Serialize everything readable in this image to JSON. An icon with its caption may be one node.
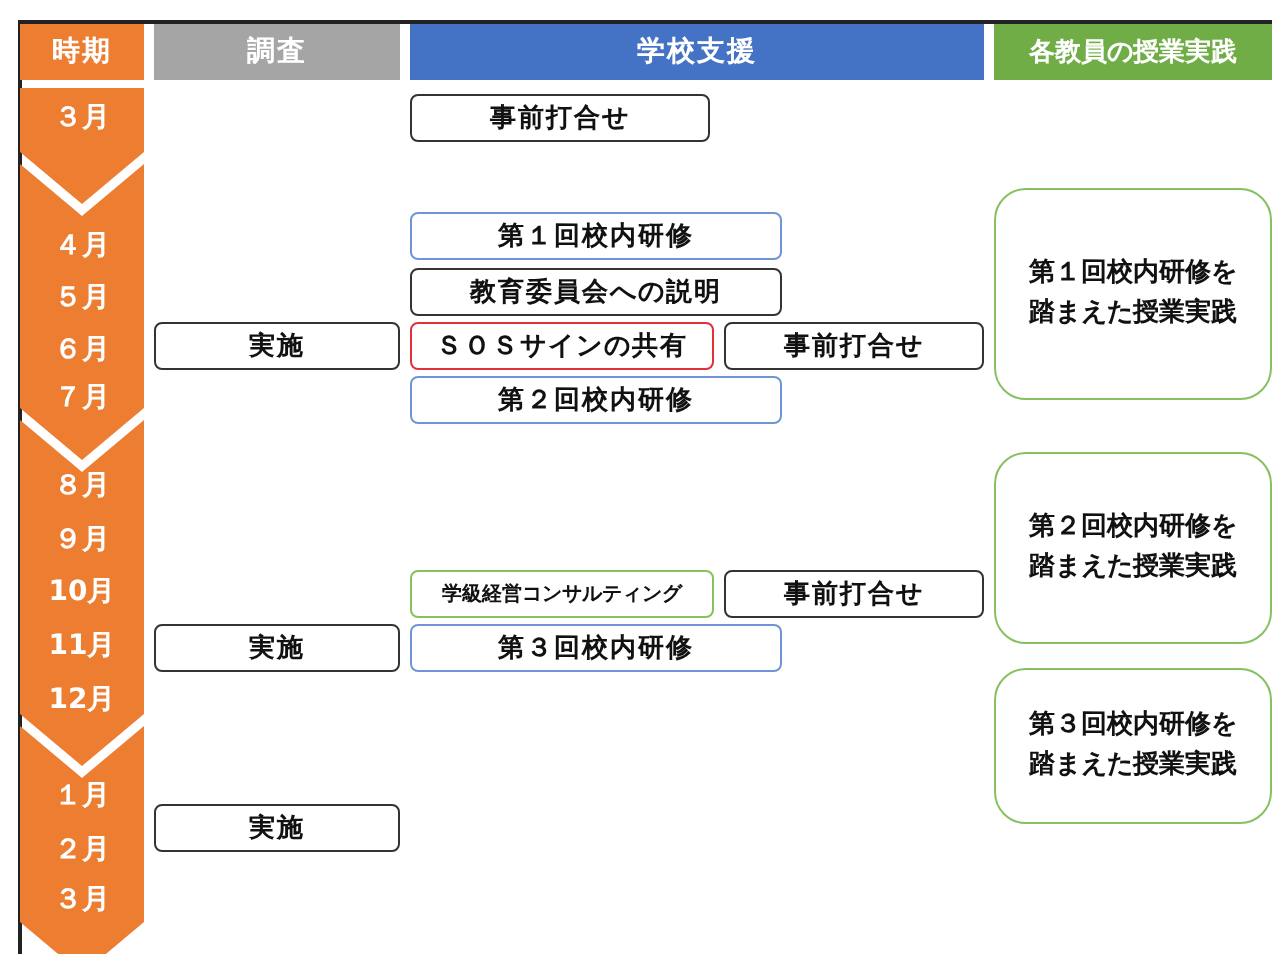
{
  "diagram": {
    "nodes": [
      {
        "text": [
          "時期"
        ]
      },
      {
        "text": [
          "調査"
        ]
      },
      {
        "text": [
          "学校支援"
        ]
      },
      {
        "text": [
          "各教員の授業実践"
        ]
      },
      {
        "text": [
          "３月"
        ]
      },
      {
        "text": [
          "事前打合せ"
        ]
      },
      {
        "text": [
          "第１回校内研修を踏まえた授業実践"
        ]
      },
      {
        "text": [
          "４月",
          "５月",
          "６月",
          "７月"
        ]
      },
      {
        "text": [
          "第１回校内研修"
        ]
      },
      {
        "text": [
          "教育委員会への説明"
        ]
      },
      {
        "text": [
          "実施"
        ]
      },
      {
        "text": [
          "ＳＯＳサインの共有"
        ]
      },
      {
        "text": [
          "事前打合せ"
        ]
      },
      {
        "text": [
          "第２回校内研修"
        ]
      },
      {
        "text": [
          "８月",
          "９月",
          "10月",
          "11月",
          "12月"
        ]
      },
      {
        "text": [
          "第２回校内研修を踏まえた授業実践"
        ]
      },
      {
        "text": [
          "学級経営コンサルティング"
        ]
      },
      {
        "text": [
          "事前打合せ"
        ]
      },
      {
        "text": [
          "実施"
        ]
      },
      {
        "text": [
          "第３回校内研修"
        ]
      },
      {
        "text": [
          "第３回校内研修を踏まえた授業実践"
        ]
      },
      {
        "text": [
          "１月",
          "２月",
          "３月"
        ]
      },
      {
        "text": [
          "実施"
        ]
      }
    ]
  }
}
